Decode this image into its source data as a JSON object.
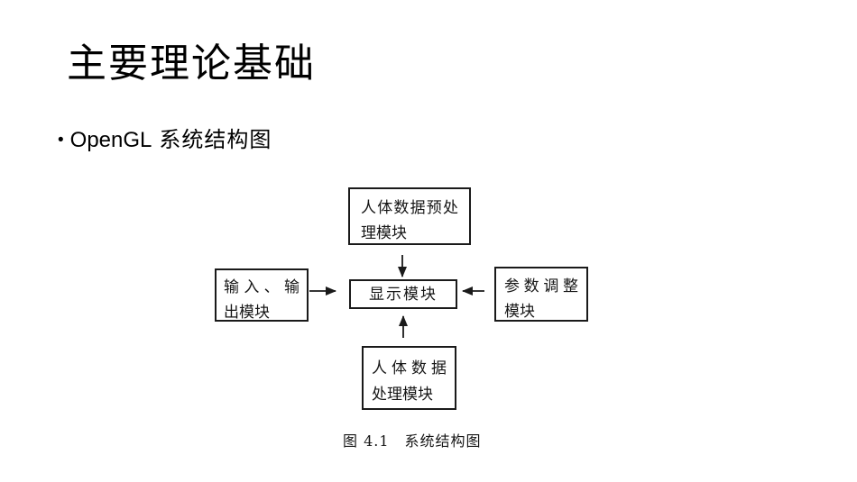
{
  "slide": {
    "title": "主要理论基础",
    "bullet": {
      "marker": "•",
      "text_latin": "OpenGL",
      "text_cjk": "系统结构图"
    }
  },
  "diagram": {
    "boxes": {
      "top": {
        "line1": "人体数据预处",
        "line2": "理模块"
      },
      "left": {
        "line1": "输入、输",
        "line2": "出模块"
      },
      "center": {
        "line1": "显示模块"
      },
      "right": {
        "line1": "参数调整",
        "line2": "模块"
      },
      "bottom": {
        "line1": "人体数据",
        "line2": "处理模块"
      }
    },
    "caption": "图 4.1　系统结构图"
  },
  "colors": {
    "background": "#ffffff",
    "text": "#000000",
    "diagram_line": "#1a1a1a"
  }
}
